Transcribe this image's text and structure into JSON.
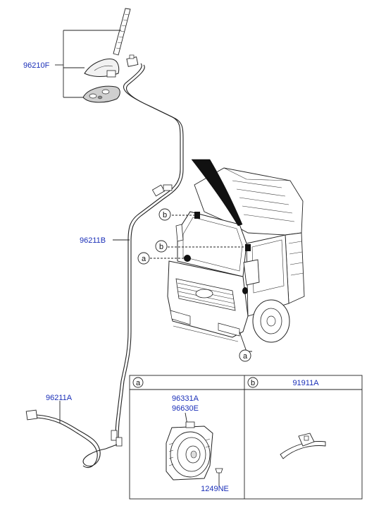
{
  "callouts": {
    "antenna_assembly": "96210F",
    "feeder_cable": "96211B",
    "extension_cable": "96211A"
  },
  "location_markers": {
    "a": "a",
    "b": "b"
  },
  "detail_panels": [
    {
      "marker": "a",
      "part_numbers": [
        "96331A",
        "96630E"
      ],
      "fastener": "1249NE"
    },
    {
      "marker": "b",
      "part_numbers": [
        "91911A"
      ]
    }
  ]
}
